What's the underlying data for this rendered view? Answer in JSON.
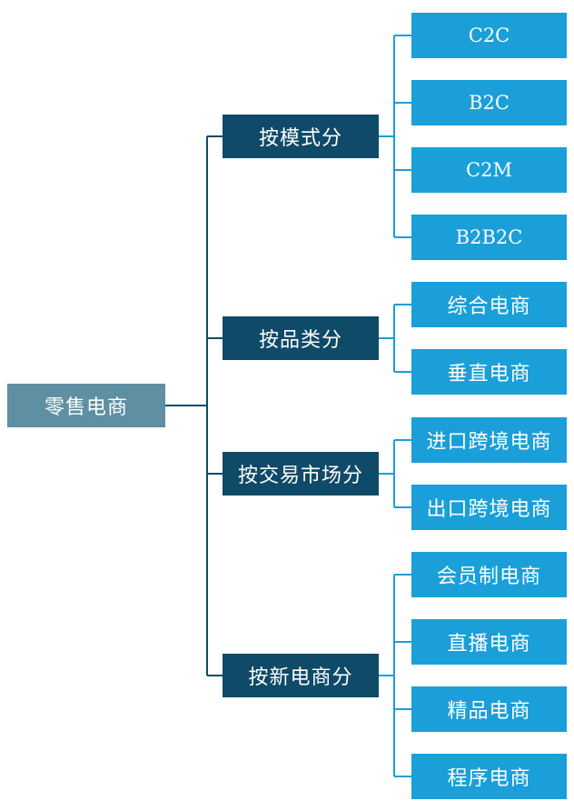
{
  "root": {
    "label": "零售电商"
  },
  "groups": [
    {
      "label": "按模式分",
      "items": [
        "C2C",
        "B2C",
        "C2M",
        "B2B2C"
      ]
    },
    {
      "label": "按品类分",
      "items": [
        "综合电商",
        "垂直电商"
      ]
    },
    {
      "label": "按交易市场分",
      "items": [
        "进口跨境电商",
        "出口跨境电商"
      ]
    },
    {
      "label": "按新电商分",
      "items": [
        "会员制电商",
        "直播电商",
        "精品电商",
        "程序电商"
      ]
    }
  ],
  "colors": {
    "root": "#5e8fa2",
    "group": "#0f4a68",
    "leaf": "#1a9fd9"
  }
}
